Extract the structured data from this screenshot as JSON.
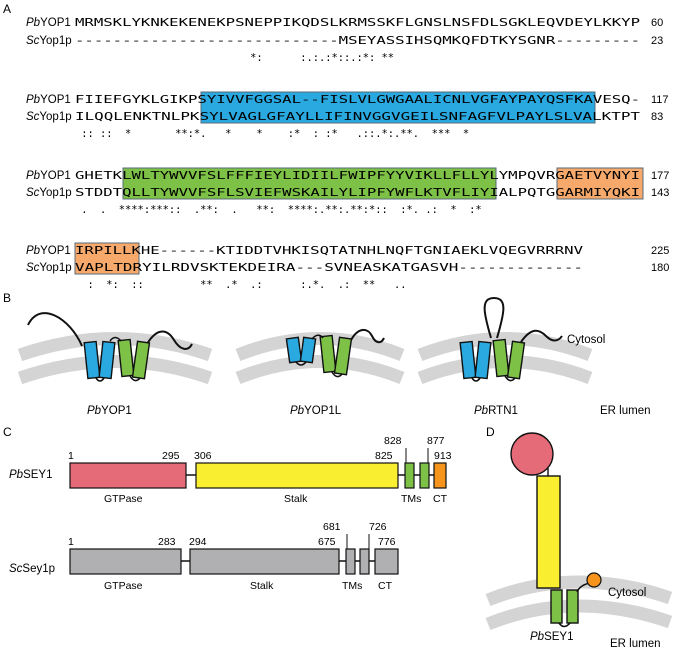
{
  "panels": {
    "a": "A",
    "b": "B",
    "c": "C",
    "d": "D"
  },
  "alignment": {
    "blocks": [
      {
        "rows": [
          {
            "species": "Pb",
            "gene": "YOP1",
            "seq": "MRMSKLYKNKEKENEKPSNEPPIKQDSLKRMSSKFLGNSLNSFDLSGKLEQVDEYLKKYP",
            "end": "60"
          },
          {
            "species": "Sc",
            "gene": "Yop1p",
            "seq": "----------------------------MSEYASSIHSQMKQFDTKYSGNR---------",
            "end": "23"
          }
        ],
        "cons": "                            *:      :.:.:*::.:*: **"
      },
      {
        "rows": [
          {
            "species": "Pb",
            "gene": "YOP1",
            "seq": "FIIEFGYKLGIKPSYIVVFGGSAL--FISLVLGWGAALICNLVGFAYPAYQSFKAVESQ-",
            "end": "117"
          },
          {
            "species": "Sc",
            "gene": "Yop1p",
            "seq": "ILQQLENKTNLPKSYLVAGLGFAYLLIFINVGGVGEILSNFAGFVLPAYLSLVALKTPT",
            "end": "83"
          }
        ],
        "cons": " :: ::  *       **:*.   *    *    :*  : :*   .::.*:.**.  ***  *"
      },
      {
        "rows": [
          {
            "species": "Pb",
            "gene": "YOP1",
            "seq": "GHETKLWLTYWVVFSLFFFIEYLIDIILFWIPFYYVIKLLFLLYLYMPQVRGAETVYNYI",
            "end": "177"
          },
          {
            "species": "Sc",
            "gene": "Yop1p",
            "seq": "STDDTQLLTYWVVFSFLSVIEFWSKAILYLIPFYWFLKTVFLIYIALPQTGGARMIYQKI",
            "end": "143"
          }
        ],
        "cons": " .  .  ****:***::  .**:  .   **:  ****:.**:.**:*::  :*. .:  *  :*"
      },
      {
        "rows": [
          {
            "species": "Pb",
            "gene": "YOP1",
            "seq": "IRPILLKHE------KTIDDTVHKISQTATNHLNQFTGNIAEKLVQEGVRRRNV",
            "end": "225"
          },
          {
            "species": "Sc",
            "gene": "Yop1p",
            "seq": "VAPLTDRYILRDVSKTEKDEIRA---SVNEASKATGASVH-------------",
            "end": "180"
          }
        ],
        "cons": "  :  *:  ::         **  .*  .:      :.*.  .:  **   .."
      }
    ]
  },
  "topology": {
    "labels": [
      "YOP1",
      "YOP1L",
      "RTN1"
    ],
    "species": "Pb",
    "cytosol": "Cytosol",
    "lumen": "ER lumen"
  },
  "domains": {
    "pb": {
      "species": "Pb",
      "gene": "SEY1",
      "numbers": [
        "1",
        "295",
        "306",
        "825",
        "828",
        "877",
        "913"
      ],
      "labels": {
        "gtpase": "GTPase",
        "stalk": "Stalk",
        "tms": "TMs",
        "ct": "CT"
      }
    },
    "sc": {
      "species": "Sc",
      "gene": "Sey1p",
      "numbers": [
        "1",
        "283",
        "294",
        "675",
        "681",
        "726",
        "776"
      ],
      "labels": {
        "gtpase": "GTPase",
        "stalk": "Stalk",
        "tms": "TMs",
        "ct": "CT"
      }
    }
  },
  "sey1": {
    "species": "Pb",
    "gene": "SEY1",
    "cytosol": "Cytosol",
    "lumen": "ER lumen"
  },
  "colors": {
    "blue": "#2aa8e0",
    "green": "#7dc246",
    "orange": "#f6a96b",
    "pink": "#e66b78",
    "yellow": "#f9ee2f",
    "ct_orange": "#f7941d",
    "grey": "#b0b0b3",
    "membrane": "#d4d4d4"
  }
}
